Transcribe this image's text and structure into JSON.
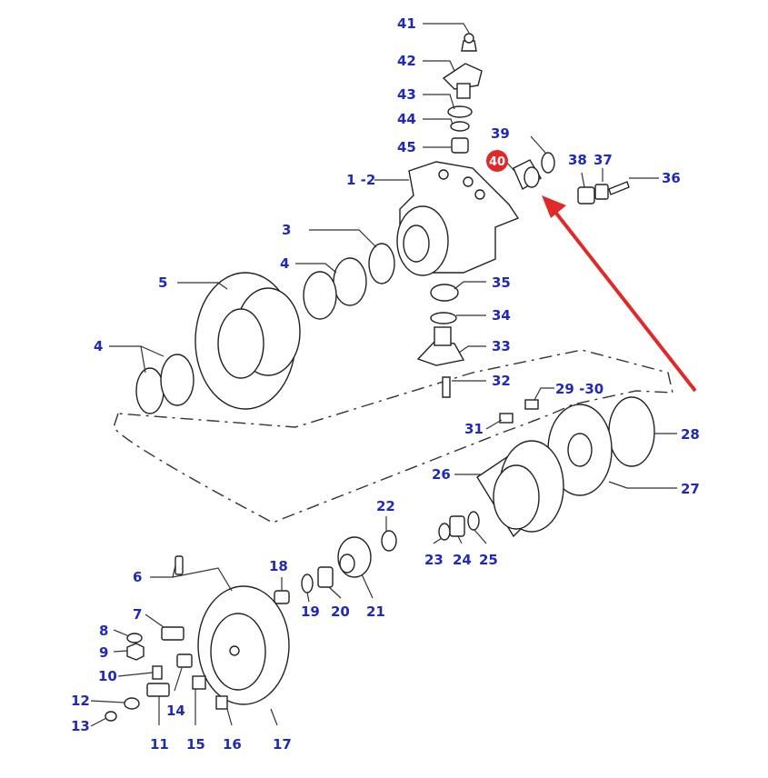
{
  "diagram": {
    "colors": {
      "label": "#1f2bb8",
      "highlight": "#e02a2a",
      "outline": "#222222"
    },
    "highlight_part": "40",
    "callouts": [
      {
        "id": "c41",
        "text": "41"
      },
      {
        "id": "c42",
        "text": "42"
      },
      {
        "id": "c43",
        "text": "43"
      },
      {
        "id": "c44",
        "text": "44"
      },
      {
        "id": "c45",
        "text": "45"
      },
      {
        "id": "c39",
        "text": "39"
      },
      {
        "id": "c40",
        "text": "40"
      },
      {
        "id": "c38",
        "text": "38"
      },
      {
        "id": "c37",
        "text": "37"
      },
      {
        "id": "c36",
        "text": "36"
      },
      {
        "id": "c12",
        "text": "1 -2"
      },
      {
        "id": "c3",
        "text": "3"
      },
      {
        "id": "c4a",
        "text": "4"
      },
      {
        "id": "c5",
        "text": "5"
      },
      {
        "id": "c35",
        "text": "35"
      },
      {
        "id": "c34",
        "text": "34"
      },
      {
        "id": "c33",
        "text": "33"
      },
      {
        "id": "c4b",
        "text": "4"
      },
      {
        "id": "c32",
        "text": "32"
      },
      {
        "id": "c2930",
        "text": "29 -30"
      },
      {
        "id": "c31",
        "text": "31"
      },
      {
        "id": "c28",
        "text": "28"
      },
      {
        "id": "c26",
        "text": "26"
      },
      {
        "id": "c27",
        "text": "27"
      },
      {
        "id": "c22",
        "text": "22"
      },
      {
        "id": "c23",
        "text": "23"
      },
      {
        "id": "c24",
        "text": "24"
      },
      {
        "id": "c25",
        "text": "25"
      },
      {
        "id": "c6",
        "text": "6"
      },
      {
        "id": "c18",
        "text": "18"
      },
      {
        "id": "c19",
        "text": "19"
      },
      {
        "id": "c20",
        "text": "20"
      },
      {
        "id": "c21",
        "text": "21"
      },
      {
        "id": "c7",
        "text": "7"
      },
      {
        "id": "c8",
        "text": "8"
      },
      {
        "id": "c9",
        "text": "9"
      },
      {
        "id": "c10",
        "text": "10"
      },
      {
        "id": "c14",
        "text": "14"
      },
      {
        "id": "c12b",
        "text": "12"
      },
      {
        "id": "c13",
        "text": "13"
      },
      {
        "id": "c11",
        "text": "11"
      },
      {
        "id": "c15",
        "text": "15"
      },
      {
        "id": "c16",
        "text": "16"
      },
      {
        "id": "c17",
        "text": "17"
      }
    ]
  }
}
